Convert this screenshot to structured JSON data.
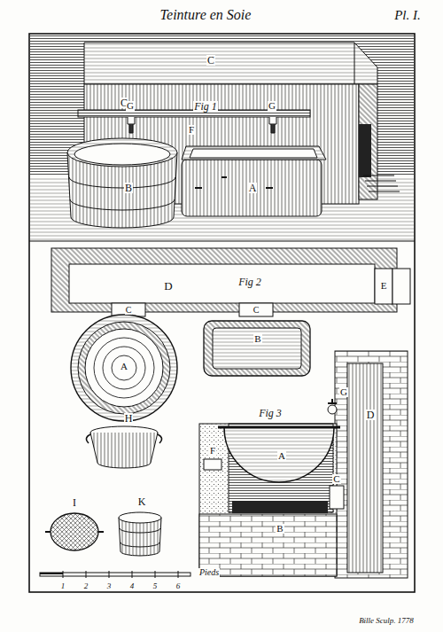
{
  "diagram": {
    "title": "Teinture en Soie",
    "labels": [
      "Pl. I.",
      "C",
      "C",
      "Fig 1",
      "G",
      "G",
      "F",
      "B",
      "A",
      "D",
      "Fig 2",
      "E",
      "C",
      "C",
      "A",
      "B",
      "H",
      "Fig 3",
      "G",
      "D",
      "F",
      "A",
      "C",
      "B",
      "I",
      "K",
      "1",
      "2",
      "3",
      "4",
      "5",
      "6",
      "Pieds",
      "Bille Sculp. 1778"
    ]
  }
}
